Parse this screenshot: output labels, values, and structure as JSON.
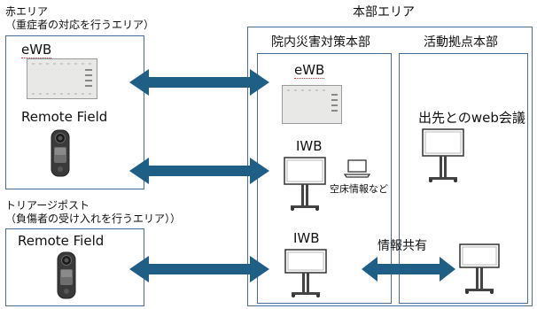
{
  "red_area": {
    "title": "赤エリア",
    "subtitle": "（重症者の対応を行うエリア）",
    "ewb_label": "eWB",
    "remote_label": "Remote Field"
  },
  "triage": {
    "title": "トリアージポスト",
    "subtitle": "（負傷者の受け入れを行うエリア））",
    "remote_label": "Remote Field"
  },
  "hq": {
    "title": "本部エリア",
    "hospital": {
      "title": "院内災害対策本部",
      "ewb_label": "eWB",
      "iwb1_label": "IWB",
      "laptop_label": "空床情報など",
      "iwb2_label": "IWB"
    },
    "activity": {
      "title": "活動拠点本部",
      "web_label": "出先とのweb会議"
    },
    "share_label": "情報共有"
  },
  "colors": {
    "arrow": "#1f5f86",
    "border": "#4a6e9a"
  }
}
